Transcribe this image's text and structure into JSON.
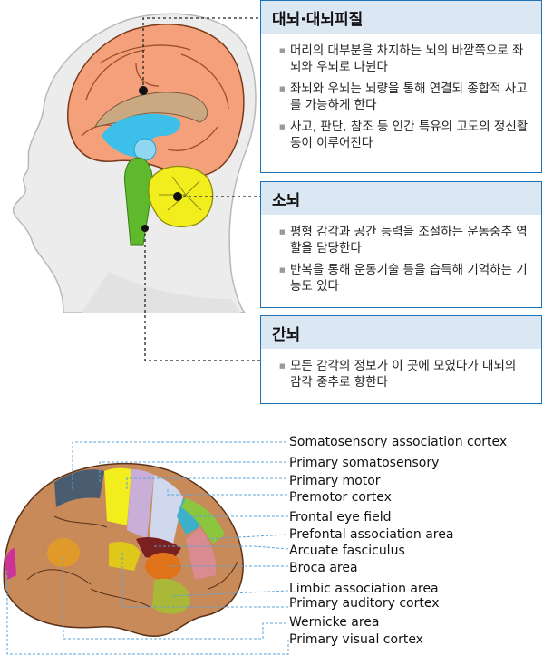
{
  "panels": [
    {
      "title": "대뇌·대뇌피질",
      "items": [
        "머리의 대부분을 차지하는 뇌의 바깥쪽으로 좌뇌와 우뇌로 나뉜다",
        "좌뇌와 우뇌는 뇌량을 통해 연결되 종합적 사고를 가능하게 한다",
        "사고, 판단, 참조 등 인간 특유의 고도의 정신활동이 이루어진다"
      ]
    },
    {
      "title": "소뇌",
      "items": [
        "평형 감각과 공간 능력을 조절하는 운동중추 역할을 담당한다",
        "반복을 통해 운동기술 등을 습득해 기억하는 기능도 있다"
      ]
    },
    {
      "title": "간뇌",
      "items": [
        "모든 감각의 정보가 이 곳에 모였다가 대뇌의 감각 중추로 향한다"
      ]
    }
  ],
  "brain_labels": [
    "Somatosensory association cortex",
    "Primary somatosensory",
    "Primary motor",
    "Premotor cortex",
    "Frontal eye field",
    "Prefontal association area",
    "Arcuate fasciculus",
    "Broca area",
    "Limbic association area",
    "Primary auditory cortex",
    "Wernicke area",
    "Primary visual cortex"
  ],
  "colors": {
    "accent_blue": "#1e73b6",
    "header_bg": "#dbe7f3",
    "cerebrum": "#f4a07a",
    "cerebellum": "#f2ee1e",
    "brainstem": "#5fb92c",
    "ventricle": "#3cc0ea"
  }
}
